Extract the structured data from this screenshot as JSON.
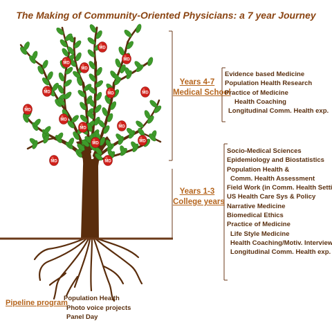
{
  "title": "The Making of Community-Oriented Physicians: a 7 year Journey",
  "fruit_label": "MD",
  "medical": {
    "years": "Years 4-7",
    "name": "Medical School",
    "items": [
      "Evidence based Medicine",
      "Population Health Research",
      "Practice of Medicine",
      "Health Coaching",
      "Longitudinal Comm. Health exp."
    ]
  },
  "college": {
    "years": "Years 1-3",
    "name": "College years",
    "items": [
      "Socio-Medical Sciences",
      "Epidemiology and Biostatistics",
      "Population Health &",
      "Comm. Health Assessment",
      "Field Work (in Comm. Health Setting)",
      "US Health Care Sys & Policy",
      "Narrative Medicine",
      "Biomedical Ethics",
      "Practice of Medicine",
      "Life Style Medicine",
      "Health Coaching/Motiv. Interviewing",
      "Longitudinal Comm. Health exp."
    ]
  },
  "pipeline": {
    "label": "Pipeline program",
    "items": [
      "Population Health",
      "Photo voice projects",
      "Panel Day"
    ]
  },
  "colors": {
    "title": "#8b4513",
    "stage_label": "#b5651d",
    "trunk": "#5a2d0c",
    "leaf": "#3e9a2a",
    "apple": "#d0201a",
    "ground": "#6b3a1a"
  }
}
